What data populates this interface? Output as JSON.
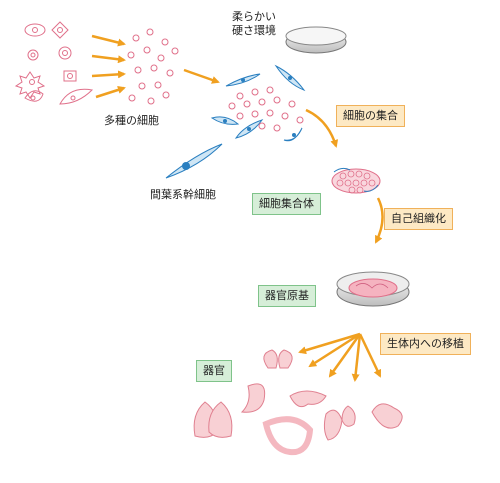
{
  "labels": {
    "various_cells": "多種の細胞",
    "soft_environment_line1": "柔らかい",
    "soft_environment_line2": "硬さ環境",
    "mesenchymal_stem_cell": "間葉系幹細胞",
    "cell_aggregation": "細胞の集合",
    "cell_aggregate": "細胞集合体",
    "self_organization": "自己組織化",
    "organ_bud": "器官原基",
    "transplantation": "生体内への移植",
    "organ": "器官"
  },
  "colors": {
    "arrow": "#f0a020",
    "cell_pink": "#e0708a",
    "msc_blue": "#2a7fc0",
    "organ_pink": "#f5c3c8",
    "box_orange": "#fde9c4",
    "box_green": "#d6eed8"
  }
}
